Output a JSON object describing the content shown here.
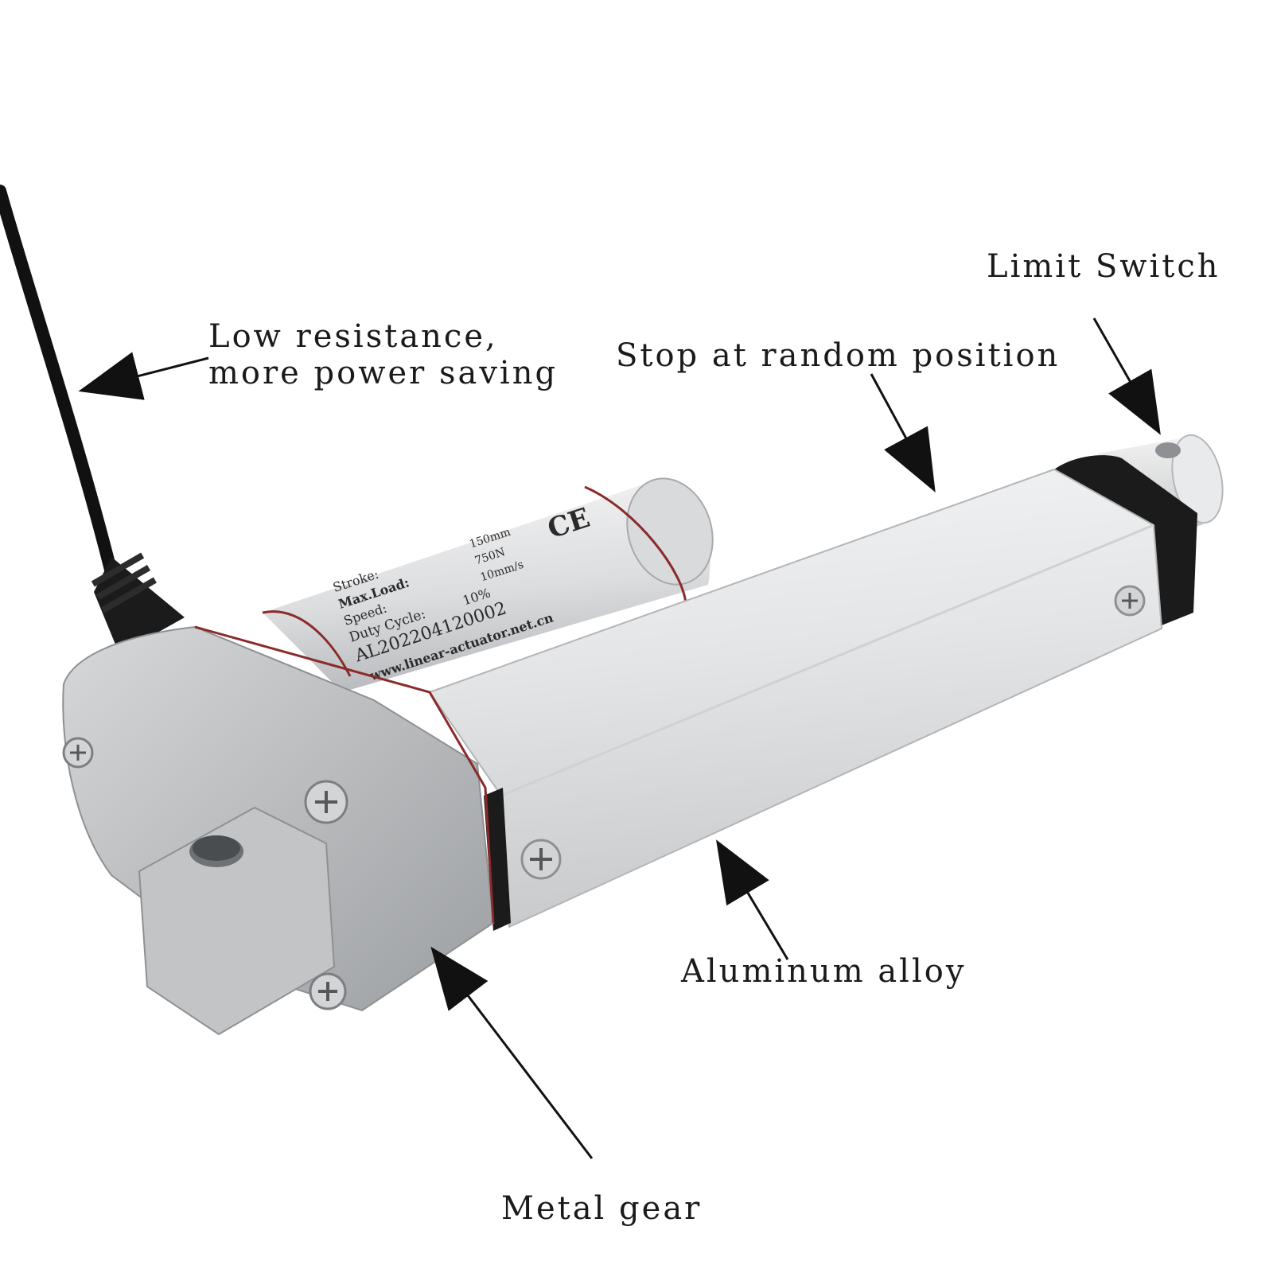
{
  "callouts": {
    "limit_switch": "Limit Switch",
    "stop_position": "Stop at random position",
    "low_resistance_line1": "Low resistance,",
    "low_resistance_line2": "more power saving",
    "aluminum": "Aluminum alloy",
    "metal_gear": "Metal gear"
  },
  "label": {
    "stroke": "Stroke:",
    "stroke_value": "150mm",
    "max_load": "Max.Load:",
    "max_load_value": "750N",
    "speed": "Speed:",
    "speed_value": "10mm/s",
    "duty_cycle": "Duty Cycle:",
    "duty_cycle_value": "10%",
    "serial": "AL202204120002",
    "website": "www.linear-actuator.net.cn",
    "ce_mark": "CE"
  },
  "colors": {
    "background": "#ffffff",
    "aluminum_light": "#e6e7e8",
    "aluminum_mid": "#c9cbcd",
    "aluminum_dark": "#9fa2a5",
    "cap_black": "#1b1b1b",
    "cable_black": "#111111",
    "red_line": "#8b2a2a"
  }
}
